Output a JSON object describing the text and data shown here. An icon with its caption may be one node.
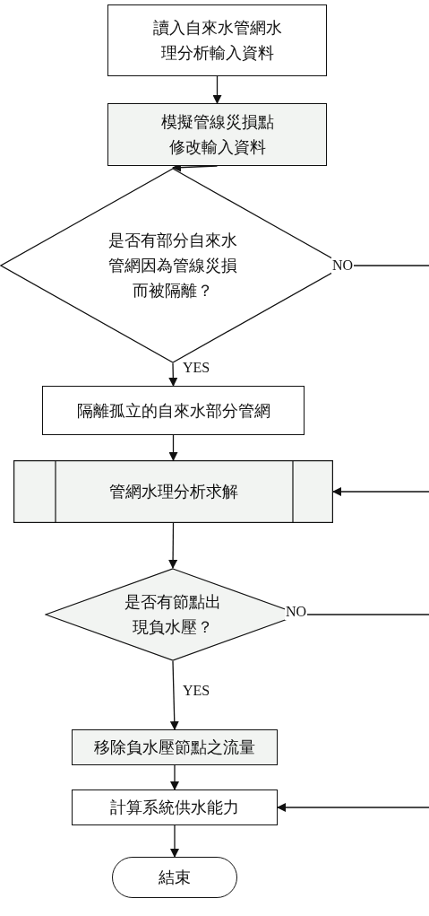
{
  "diagram": {
    "nodes": [
      {
        "text": [
          "讀入自來水管網水理分析輸入資料"
        ]
      },
      {
        "text": [
          "模擬管線災損點修改輸入資料"
        ]
      },
      {
        "text": [
          "是否有部分自來水管網因為管線災損而被隔離？"
        ]
      },
      {
        "text": [
          "隔離孤立的自來水部分管網"
        ]
      },
      {
        "text": [
          "管網水理分析求解"
        ]
      },
      {
        "text": [
          "是否有節點出現負水壓？"
        ]
      },
      {
        "text": [
          "移除負水壓節點之流量"
        ]
      },
      {
        "text": [
          "計算系統供水能力"
        ]
      },
      {
        "text": [
          "結束"
        ]
      }
    ],
    "edges": [
      {
        "from": 0,
        "to": 1,
        "arrow": "to"
      },
      {
        "from": 1,
        "to": 2,
        "arrow": "to"
      },
      {
        "from": 2,
        "to": 3,
        "arrow": "to",
        "label": "YES"
      },
      {
        "from": 2,
        "to": null,
        "arrow": "none",
        "label": "NO"
      },
      {
        "from": 3,
        "to": 4,
        "arrow": "to"
      },
      {
        "from": null,
        "to": 4,
        "arrow": "to"
      },
      {
        "from": 4,
        "to": 5,
        "arrow": "to"
      },
      {
        "from": 5,
        "to": 6,
        "arrow": "to",
        "label": "YES"
      },
      {
        "from": 5,
        "to": null,
        "arrow": "none",
        "label": "NO"
      },
      {
        "from": 6,
        "to": 7,
        "arrow": "to"
      },
      {
        "from": null,
        "to": 7,
        "arrow": "to"
      },
      {
        "from": 7,
        "to": 8,
        "arrow": "to"
      }
    ]
  }
}
